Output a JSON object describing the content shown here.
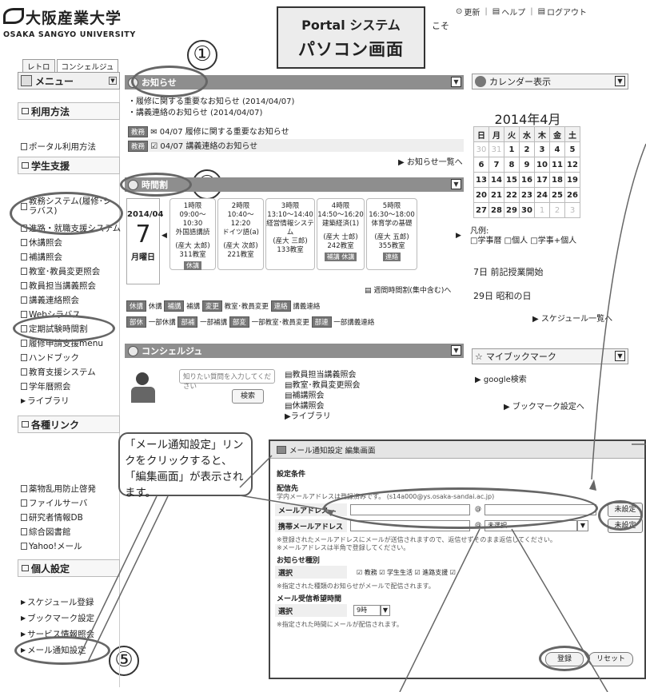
{
  "header": {
    "logo_jp": "大阪産業大学",
    "logo_en": "OSAKA SANGYO UNIVERSITY",
    "greeting_tail": "こそ",
    "top_links": [
      "更新",
      "ヘルプ",
      "ログアウト"
    ],
    "tabs": [
      "レトロ",
      "コンシェルジュ"
    ]
  },
  "callout": {
    "line1": "Portal システム",
    "line2": "パソコン画面"
  },
  "badges": [
    "①",
    "②",
    "⑤"
  ],
  "sidebar": {
    "menu_title": "メニュー",
    "sections": {
      "usage": "利用方法",
      "student": "学生支援",
      "links": "各種リンク",
      "personal": "個人設定"
    },
    "usage_items": [
      "ポータル利用方法"
    ],
    "student_items": [
      "教務システム(履修･シラバス)",
      "進路・就職支援システム",
      "休講照会",
      "補講照会",
      "教室･教員変更照会",
      "教員担当講義照会",
      "講義連絡照会",
      "Webシラバス",
      "定期試験時間割",
      "履修申請支援menu",
      "ハンドブック",
      "教育支援システム",
      "学年暦照会",
      "ライブラリ"
    ],
    "link_items": [
      "薬物乱用防止啓発",
      "ファイルサーバ",
      "研究者情報DB",
      "綜合図書館",
      "Yahoo!メール"
    ],
    "personal_items": [
      "スケジュール登録",
      "ブックマーク設定",
      "サービス情報照会",
      "メール通知設定"
    ]
  },
  "news": {
    "title": "お知らせ",
    "lines": [
      "・履修に関する重要なお知らせ (2014/04/07)",
      "・講義連絡のお知らせ (2014/04/07)"
    ],
    "tag": "教務",
    "items": [
      "04/07 履修に関する重要なお知らせ",
      "04/07 講義連絡のお知らせ"
    ],
    "more": "お知らせ一覧へ"
  },
  "timetable": {
    "title": "時間割",
    "year_month": "2014/04",
    "day": "7",
    "weekday": "月曜日",
    "periods": [
      {
        "label": "1時限",
        "time": "09:00〜10:30",
        "subject": "外国語講読",
        "teacher": "(産大 太郎)",
        "room": "311教室",
        "chip": "休講"
      },
      {
        "label": "2時限",
        "time": "10:40〜12:20",
        "subject": "ドイツ語(a)",
        "teacher": "(産大 次郎)",
        "room": "221教室",
        "chip": ""
      },
      {
        "label": "3時限",
        "time": "13:10〜14:40",
        "subject": "経営情報システム",
        "teacher": "(産大 三郎)",
        "room": "133教室",
        "chip": ""
      },
      {
        "label": "4時限",
        "time": "14:50〜16:20",
        "subject": "建築経済(1)",
        "teacher": "(産大 士郎)",
        "room": "242教室",
        "chip": "補講 休講"
      },
      {
        "label": "5時限",
        "time": "16:30〜18:00",
        "subject": "体育学の基礎",
        "teacher": "(産大 五郎)",
        "room": "355教室",
        "chip": "連絡"
      }
    ],
    "weekly": "週間時間割(集中含む)へ",
    "legend1": [
      "休講",
      "休講",
      "補講",
      "補講",
      "変更",
      "教室･教員変更",
      "連絡",
      "講義連絡"
    ],
    "legend2": [
      "部休",
      "一部休講",
      "部補",
      "一部補講",
      "部変",
      "一部教室･教員変更",
      "部連",
      "一部講義連絡"
    ]
  },
  "concierge": {
    "title": "コンシェルジュ",
    "placeholder": "知りたい質問を入力してください",
    "search": "検索",
    "links": [
      "教員担当講義照会",
      "教室･教員変更照会",
      "補講照会",
      "休講照会",
      "ライブラリ"
    ]
  },
  "calendar": {
    "title": "カレンダー表示",
    "month": "2014年4月",
    "weekdays": [
      "日",
      "月",
      "火",
      "水",
      "木",
      "金",
      "土"
    ],
    "weeks": [
      [
        "30",
        "31",
        "1",
        "2",
        "3",
        "4",
        "5"
      ],
      [
        "6",
        "7",
        "8",
        "9",
        "10",
        "11",
        "12"
      ],
      [
        "13",
        "14",
        "15",
        "16",
        "17",
        "18",
        "19"
      ],
      [
        "20",
        "21",
        "22",
        "23",
        "24",
        "25",
        "26"
      ],
      [
        "27",
        "28",
        "29",
        "30",
        "1",
        "2",
        "3"
      ]
    ],
    "legend_title": "凡例:",
    "legend": "□学事暦 □個人 □学事+個人",
    "events": [
      "7日 前記授業開始",
      "29日 昭和の日"
    ],
    "schedule_link": "スケジュール一覧へ"
  },
  "bookmark": {
    "title": "マイブックマーク",
    "item": "google検索",
    "settings": "ブックマーク設定へ"
  },
  "balloon": {
    "text": "「メール通知設定」リンクをクリックすると、「編集画面」が表示されます。"
  },
  "edit": {
    "title": "メール通知設定 編集画面",
    "cond": "設定条件",
    "dest": "配信先",
    "dest_note": "学内メールアドレスは登録済みです。 (s14a000@ys.osaka-sandai.ac.jp)",
    "mail_label": "メールアドレス",
    "mobile_label": "携帯メールアドレス",
    "at": "@",
    "select_default": "未選択",
    "unset": "未設定",
    "note1": "※登録されたメールアドレスにメールが送信されますので、返信せずそのまま返信してください。",
    "note2": "※メールアドレスは半角で登録してください。",
    "kind": "お知らせ種別",
    "select_label": "選択",
    "kinds": "☑ 教務 ☑ 学生生活 ☑ 進路支援 ☑",
    "kind_note": "※指定された種類のお知らせがメールで配信されます。",
    "time": "メール受信希望時間",
    "hour": "9時",
    "time_note": "※指定された時間にメールが配信されます。",
    "register": "登録",
    "reset": "リセット"
  }
}
